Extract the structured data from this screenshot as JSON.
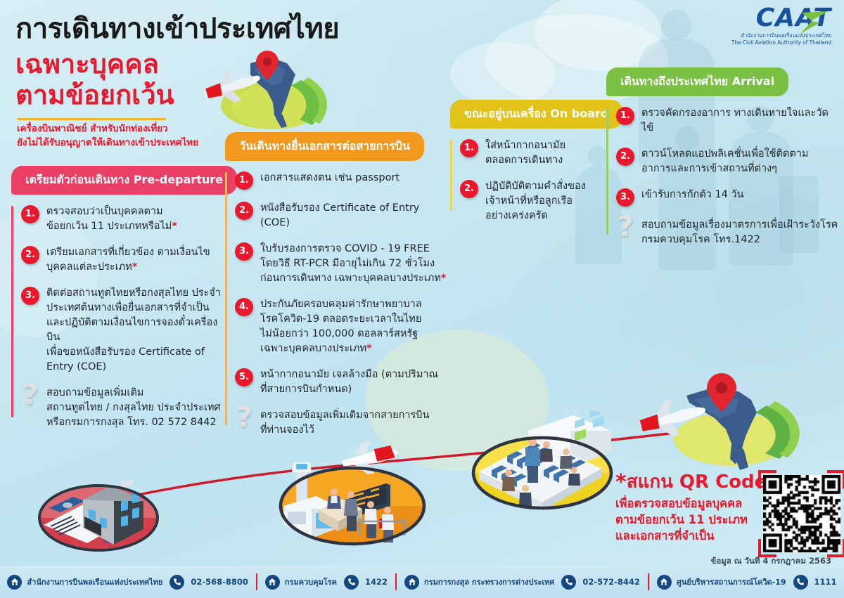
{
  "header": {
    "title_line1": "การเดินทางเข้าประเทศไทย",
    "title_line2": "เฉพาะบุคคล",
    "title_line3": "ตามข้อยกเว้น",
    "note_line1": "เครื่องบินพาณิชย์ สำหรับนักท่องเที่ยว",
    "note_line2": "ยังไม่ได้รับอนุญาตให้เดินทางเข้าประเทศไทย"
  },
  "logo": {
    "word": "CAAT",
    "thai": "สำนักงานการบินพลเรือนแห่งประเทศไทย",
    "english": "The Civil Aviation Authority of Thailand"
  },
  "panels": [
    {
      "id": "pre",
      "head": "เตรียมตัวก่อนเดินทาง Pre-departure",
      "color": "#ec3f66",
      "items": [
        {
          "num": "1.",
          "lines": [
            "ตรวจสอบว่าเป็นบุคคลตาม",
            "ข้อยกเว้น 11 ประเภทหรือไม่*"
          ]
        },
        {
          "num": "2.",
          "lines": [
            "เตรียมเอกสารที่เกี่ยวข้อง ตามเงื่อนไข",
            "บุคคลแต่ละประเภท*"
          ]
        },
        {
          "num": "3.",
          "lines": [
            "ติดต่อสถานทูตไทยหรือกงสุลไทย ประจำ",
            "ประเทศต้นทางเพื่อยื่นเอกสารที่จำเป็น",
            "และปฏิบัติตามเงื่อนไขการจองตั๋วเครื่องบิน",
            "เพื่อขอหนังสือรับรอง Certificate of",
            "Entry (COE)"
          ]
        },
        {
          "num": "?",
          "lines": [
            "สอบถามข้อมูลเพิ่มเติม",
            "สถานทูตไทย / กงสุลไทย ประจำประเทศ",
            "หรือกรมการกงสุล โทร. 02 572 8442"
          ]
        }
      ]
    },
    {
      "id": "docs",
      "head": "วันเดินทางยื่นเอกสารต่อสายการบิน",
      "color": "#f2981d",
      "items": [
        {
          "num": "1.",
          "lines": [
            "เอกสารแสดงตน เช่น passport"
          ]
        },
        {
          "num": "2.",
          "lines": [
            "หนังสือรับรอง Certificate of Entry (COE)"
          ]
        },
        {
          "num": "3.",
          "lines": [
            "ใบรับรองการตรวจ COVID - 19 FREE",
            "โดยวิธี RT-PCR มีอายุไม่เกิน 72 ชั่วโมง",
            "ก่อนการเดินทาง เฉพาะบุคคลบางประเภท*"
          ]
        },
        {
          "num": "4.",
          "lines": [
            "ประกันภัยครอบคลุมค่ารักษาพยาบาล",
            "โรคโควิด-19 ตลอดระยะเวลาในไทย",
            "ไม่น้อยกว่า 100,000 ดอลลาร์สหรัฐ",
            "เฉพาะบุคคลบางประเภท*"
          ]
        },
        {
          "num": "5.",
          "lines": [
            "หน้ากากอนามัย เจลล้างมือ (ตามปริมาณ",
            "ที่สายการบินกำหนด)"
          ]
        },
        {
          "num": "?",
          "lines": [
            "ตรวจสอบข้อมูลเพิ่มเติมจากสายการบิน",
            "ที่ท่านจองไว้"
          ]
        }
      ]
    },
    {
      "id": "onboard",
      "head": "ขณะอยู่บนเครื่อง On board",
      "color": "#e3c21a",
      "items": [
        {
          "num": "1.",
          "lines": [
            "ใส่หน้ากากอนามัย",
            "ตลอดการเดินทาง"
          ]
        },
        {
          "num": "2.",
          "lines": [
            "ปฏิบัติบัติตามคำสั่งของ",
            "เจ้าหน้าที่หรือลูกเรือ",
            "อย่างเคร่งครัด"
          ]
        }
      ]
    },
    {
      "id": "arrival",
      "head": "เดินทางถึงประเทศไทย Arrival",
      "color": "#7ac143",
      "items": [
        {
          "num": "1.",
          "lines": [
            "ตรวจคัดกรองอาการ ทางเดินหายใจและวัดไข้"
          ]
        },
        {
          "num": "2.",
          "lines": [
            "ดาวน์โหลดแอปพลิเคชั่นเพื่อใช้ติดตาม",
            "อาการและการเข้าสถานที่ต่างๆ"
          ]
        },
        {
          "num": "3.",
          "lines": [
            "เข้ารับการกักตัว 14 วัน"
          ]
        },
        {
          "num": "?",
          "lines": [
            "สอบถามข้อมูลเรื่องมาตรการเพื่อเฝ้าระวังโรค",
            "กรมควบคุมโรค โทร.1422"
          ]
        }
      ]
    }
  ],
  "qr": {
    "star": "*",
    "title": "สแกน QR Code",
    "line1": "เพื่อตรวจสอบข้อมูลบุคคล",
    "line2": "ตามข้อยกเว้น 11 ประเภท",
    "line3": "และเอกสารที่จำเป็น"
  },
  "date_note": "ข้อมูล ณ วันที่ 4 กรกฎาคม 2563",
  "footer": [
    {
      "label": "สำนักงานการบินพลเรือนแห่งประเทศไทย",
      "phone": "02-568-8800"
    },
    {
      "label": "กรมควบคุมโรค",
      "phone": "1422"
    },
    {
      "label": "กรมการกงสุล กระทรวงการต่างประเทศ",
      "phone": "02-572-8442"
    },
    {
      "label": "ศูนย์บริหารสถานการณ์โควิด-19",
      "phone": "1111"
    }
  ],
  "colors": {
    "red": "#e8192c",
    "pink": "#ec3f66",
    "orange": "#f2981d",
    "yellow": "#e3c21a",
    "green": "#7ac143",
    "navy": "#13477f",
    "bg": "#c9e8f2"
  }
}
